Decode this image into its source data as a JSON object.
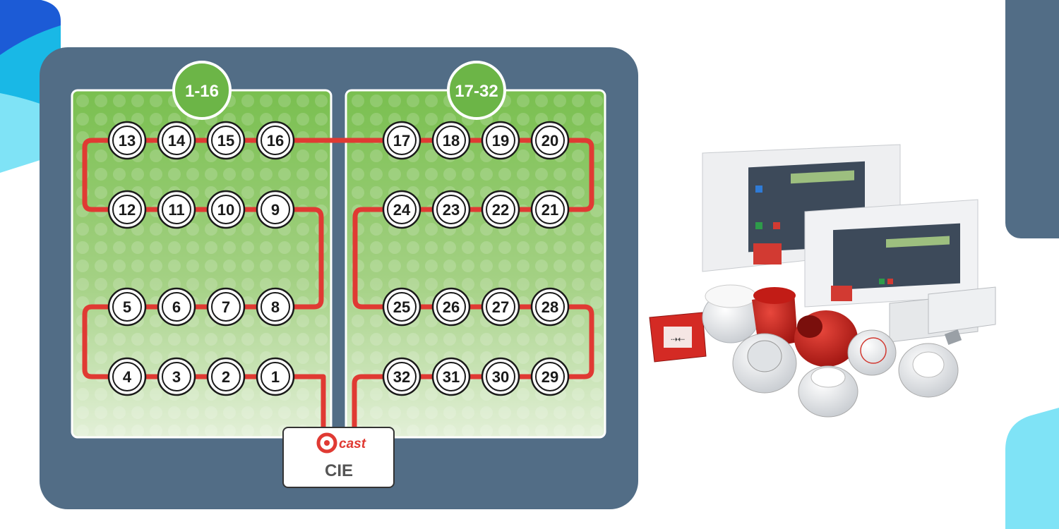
{
  "zones": [
    {
      "label": "1-16"
    },
    {
      "label": "17-32"
    }
  ],
  "devices": [
    "1",
    "2",
    "3",
    "4",
    "5",
    "6",
    "7",
    "8",
    "9",
    "10",
    "11",
    "12",
    "13",
    "14",
    "15",
    "16",
    "17",
    "18",
    "19",
    "20",
    "21",
    "22",
    "23",
    "24",
    "25",
    "26",
    "27",
    "28",
    "29",
    "30",
    "31",
    "32"
  ],
  "panel": {
    "brand": "cast",
    "label": "CIE"
  },
  "colors": {
    "frame": "#526d86",
    "loop": "#e03a33",
    "zone_badge": "#6cb547",
    "accent_blue": "#1e78d8",
    "accent_cyan": "#19b8e6",
    "accent_light": "#7fe3f6"
  },
  "product_image": {
    "icon": "fire-alarm-products-photo"
  }
}
